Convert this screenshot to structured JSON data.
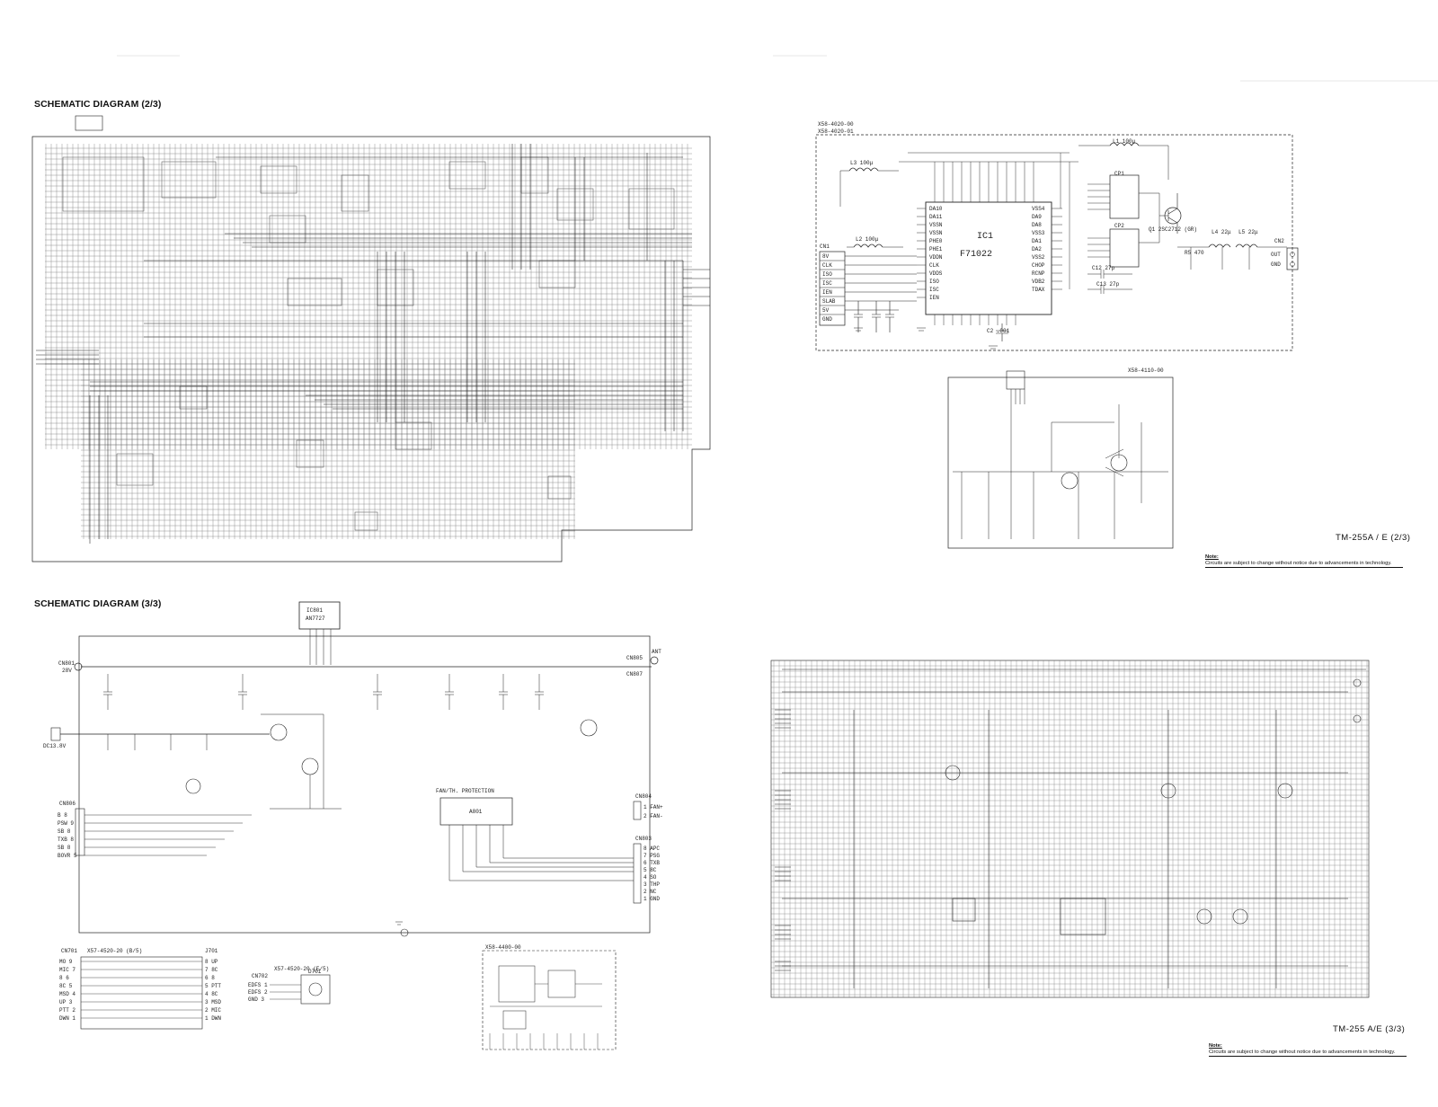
{
  "titles": {
    "diagram_2": "SCHEMATIC DIAGRAM (2/3)",
    "diagram_3": "SCHEMATIC DIAGRAM (3/3)"
  },
  "models": {
    "page_2": "TM-255A / E (2/3)",
    "page_3": "TM-255 A/E (3/3)"
  },
  "note": {
    "label": "Note:",
    "text": "Circuits are subject to change without notice due to advancements in technology."
  },
  "ic1_board": {
    "board_ids": [
      "X58-4020-00",
      "X58-4020-01"
    ],
    "ic": "IC1",
    "part": "F71022",
    "cn1_label": "CN1",
    "cn1_pins": [
      "8V",
      "CLK",
      "ISO",
      "ISC",
      "IEN",
      "SLAB",
      "5V",
      "GND"
    ],
    "cn2_label": "CN2",
    "cn2_pins": [
      "OUT",
      "GND"
    ],
    "ic_left_pins": [
      "DA10",
      "DA11",
      "VSSN",
      "VSSN",
      "PHE0",
      "PHE1",
      "VDDN",
      "CLK",
      "VDDS",
      "ISO",
      "ISC",
      "IEN"
    ],
    "ic_right_pins": [
      "VSS4",
      "DA9",
      "DA8",
      "VSS3",
      "DA1",
      "DA2",
      "VSS2",
      "CHOP",
      "RCNP",
      "VDB2",
      "TDAX"
    ],
    "components": {
      "l1": "L1 100μ",
      "l2": "L2 100μ",
      "l3": "L3 100μ",
      "l4": "L4 22μ",
      "l5": "L5 22μ",
      "q1": "Q1 2SC2712 (GR)",
      "c2": "C2 .001",
      "c12": "C12 27p",
      "c13": "C13 27p",
      "cp1": "CP1",
      "cp2": "CP2",
      "r5": "R5 470"
    }
  },
  "x58_4110": {
    "board_id": "X58-4110-00"
  },
  "diagram_3_parts": {
    "ic801": "IC801",
    "ic801_part": "AN7727",
    "cn801": "CN801",
    "cn801_val": "28V",
    "cn805": "CN805",
    "cn807": "CN807",
    "ant": "ANT",
    "dc_label": "DC13.8V",
    "fan_label": "FAN/TH. PROTECTION",
    "a801": "A801",
    "cn806": "CN806",
    "cn806_pins": [
      "B 8",
      "PSW 9",
      "SB 8",
      "TXB 8",
      "SB 8",
      "BOVR 5"
    ],
    "cn804": "CN804",
    "cn804_pins": [
      "1 FAN+",
      "2 FAN-"
    ],
    "cn803": "CN803",
    "cn803_pins": [
      "8 APC",
      "7 PSG",
      "6 TXB",
      "5 8C",
      "4 SO",
      "3 THP",
      "2 NC",
      "1 GND"
    ],
    "cn701": "CN701",
    "cn701_pins": [
      "MO 9",
      "MIC 7",
      "8 6",
      "8C 5",
      "MSD 4",
      "UP 3",
      "PTT 2",
      "DWN 1"
    ],
    "j701": "J701",
    "j701_pins": [
      "8 UP",
      "7 8C",
      "6 8",
      "5 PTT",
      "4 8C",
      "3 MSD",
      "2 MIC",
      "1 DWN"
    ],
    "x57_board": "X57-4520-20 (B/5)",
    "cn702": "CN702",
    "cn702_pins": [
      "EDFS 1",
      "EDFS 2",
      "GND 3"
    ],
    "d701": "D701",
    "x57_board_b": "X57-4520-20 (E/5)",
    "x58_4400": "X58-4400-00"
  }
}
